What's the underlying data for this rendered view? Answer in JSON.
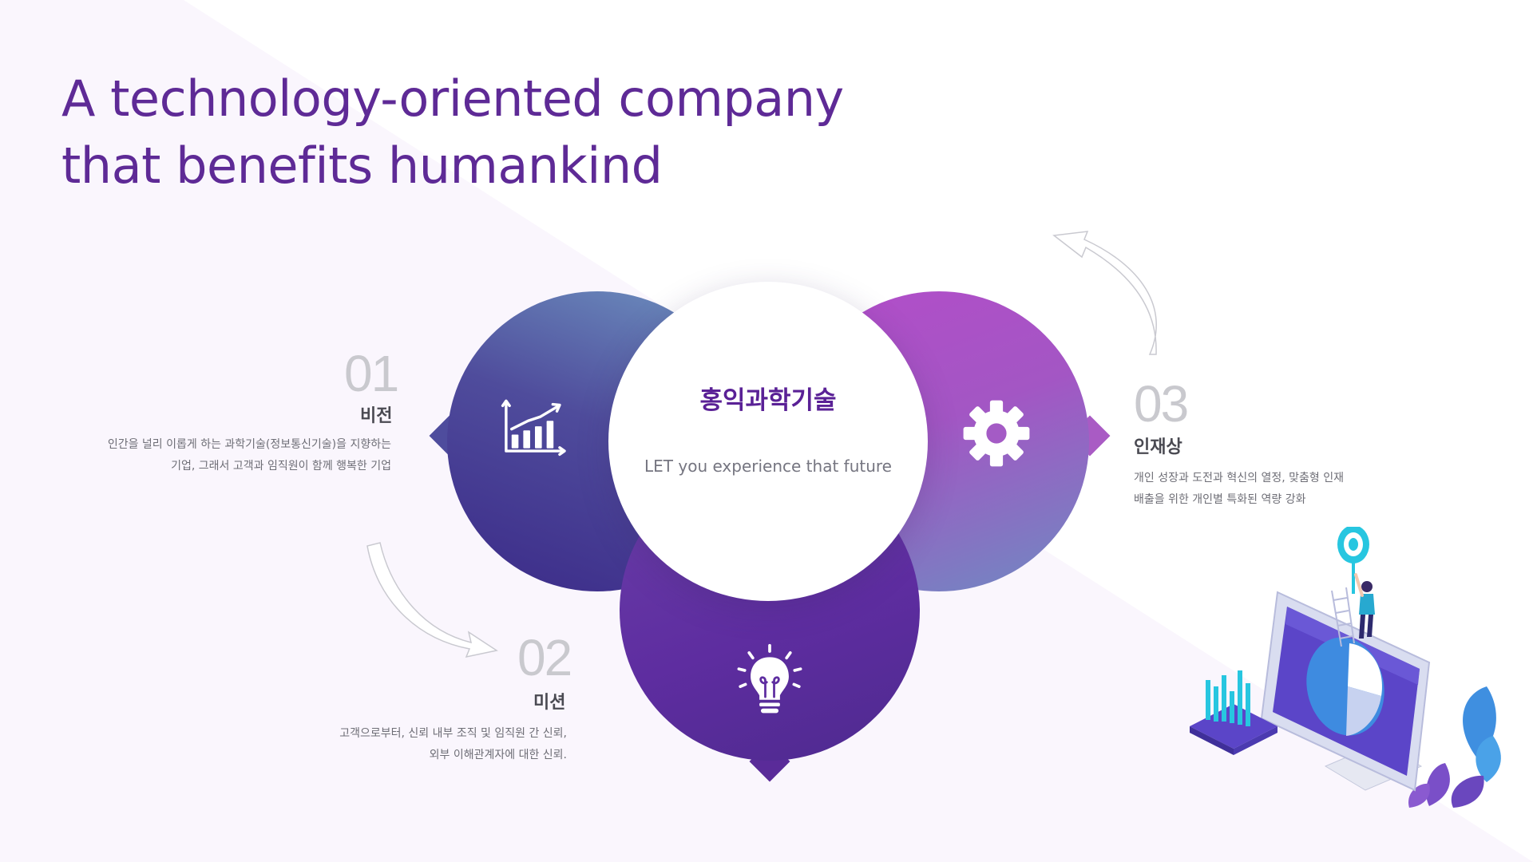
{
  "title": {
    "line1": "A technology-oriented company",
    "line2": "that benefits humankind"
  },
  "center": {
    "title": "홍익과학기술",
    "subtitle": "LET you experience that future"
  },
  "items": [
    {
      "number": "01",
      "heading": "비전",
      "desc_line1": "인간을 널리 이롭게 하는 과학기술(정보통신기술)을 지향하는",
      "desc_line2": "기업, 그래서 고객과 임직원이 함께 행복한 기업",
      "icon": "bar-chart-growth-icon"
    },
    {
      "number": "02",
      "heading": "미션",
      "desc_line1": "고객으로부터, 신뢰 내부 조직 및 임직원 간 신뢰,",
      "desc_line2": "외부 이해관계자에 대한 신뢰.",
      "icon": "lightbulb-icon"
    },
    {
      "number": "03",
      "heading": "인재상",
      "desc_line1": "개인 성장과 도전과 혁신의 열정, 맞춤형 인재",
      "desc_line2": "배출을 위한 개인별 특화된 역량 강화",
      "icon": "gear-icon"
    }
  ],
  "colors": {
    "title": "#5e2a96",
    "left_petal": "#4f4c9c",
    "right_petal": "#a356c4",
    "bottom_petal": "#5e2da0",
    "background_tint": "#f8f3fc"
  }
}
